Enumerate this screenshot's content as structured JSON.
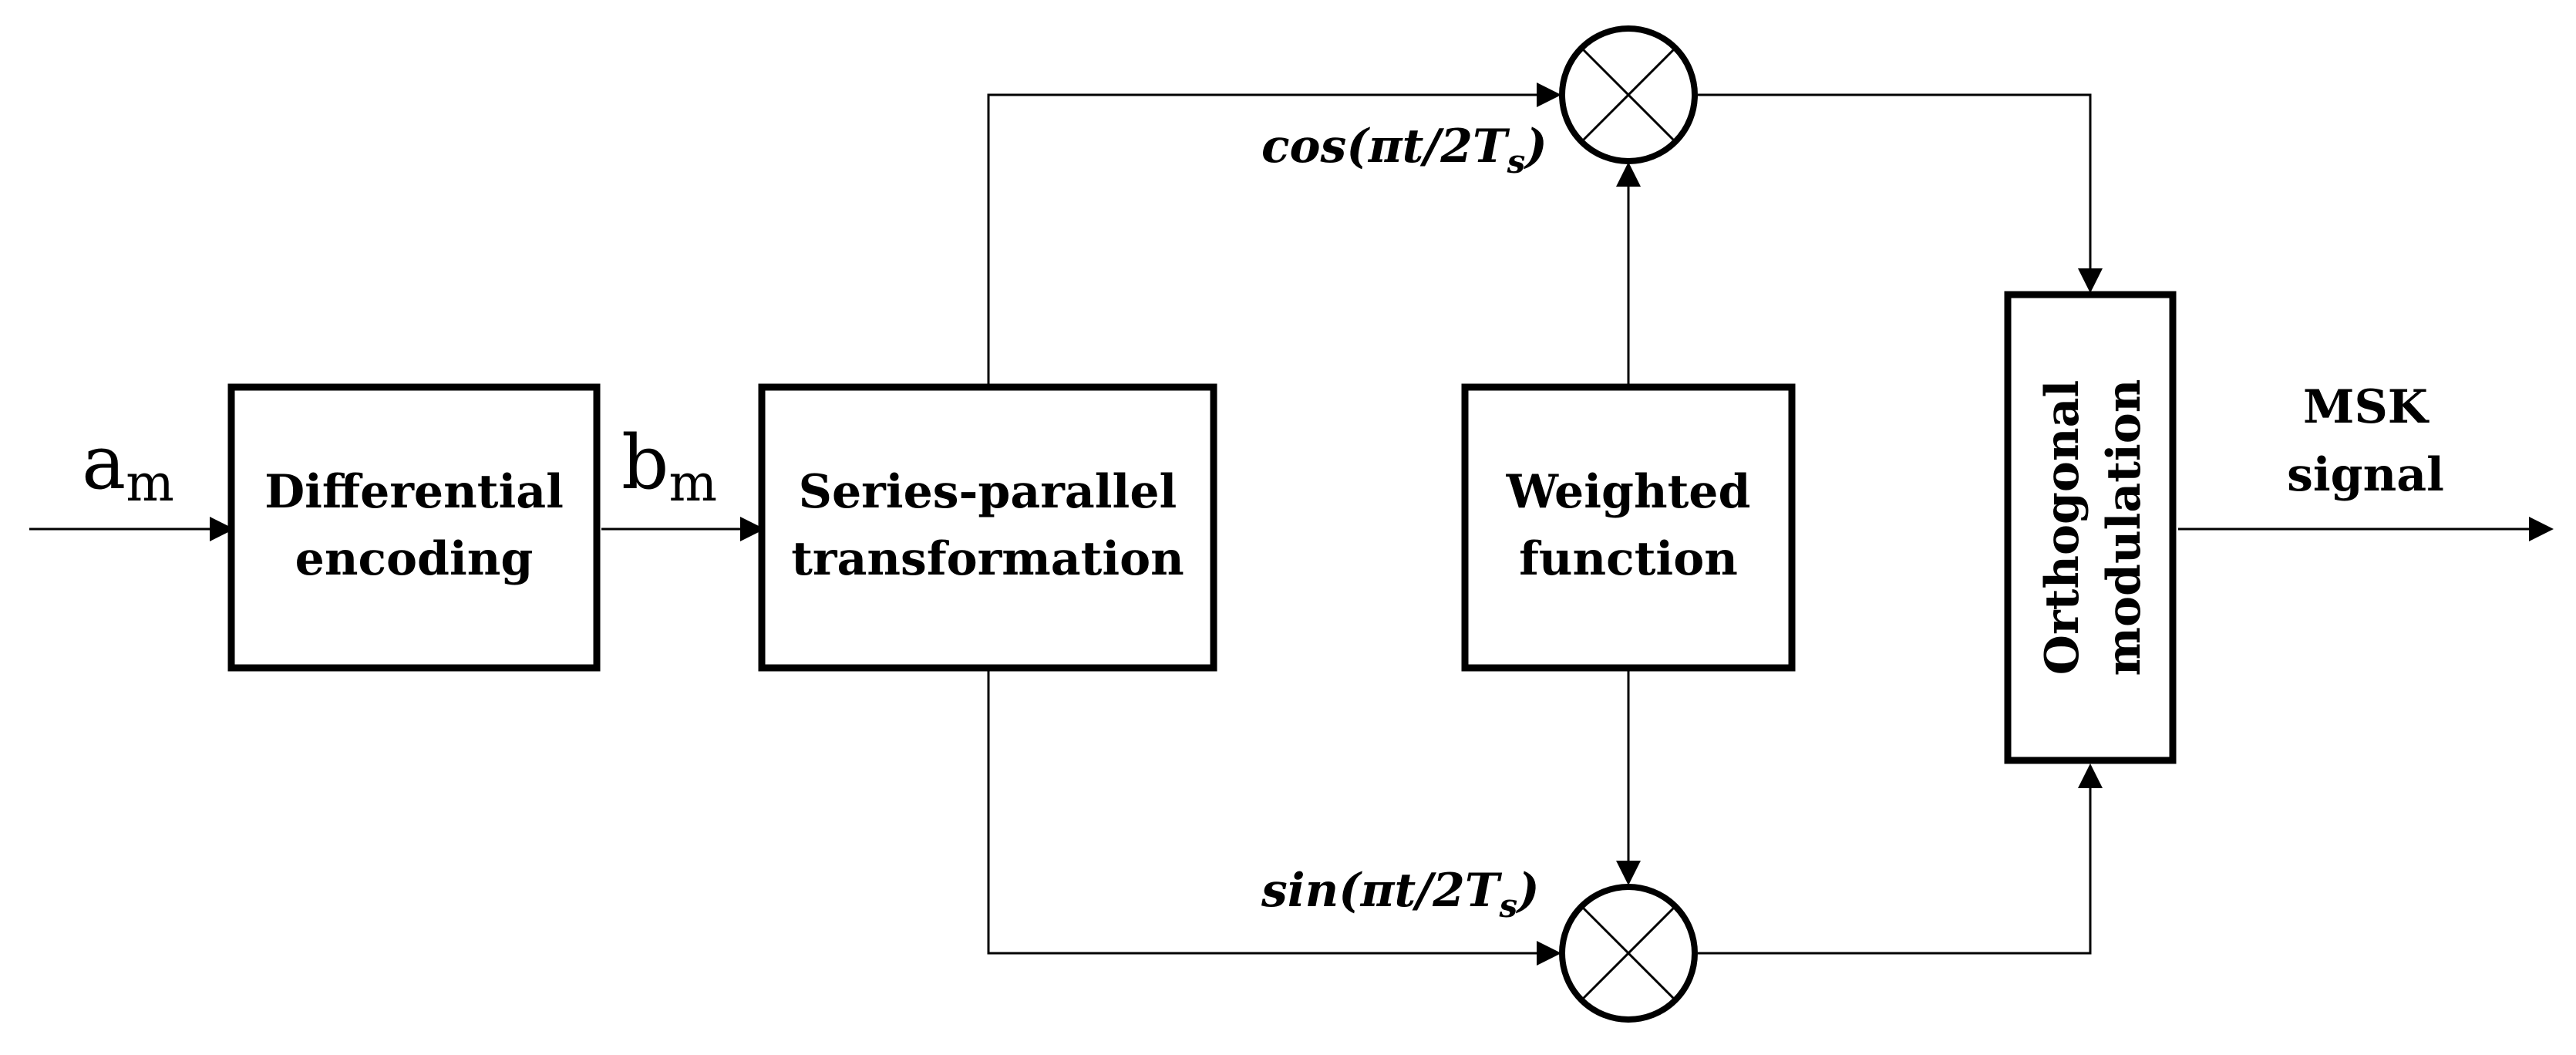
{
  "blocks": {
    "differential_encoding": {
      "line1": "Differential",
      "line2": "encoding"
    },
    "series_parallel": {
      "line1": "Series-parallel",
      "line2": "transformation"
    },
    "weighted_function": {
      "line1": "Weighted",
      "line2": "function"
    },
    "orthogonal_modulation": {
      "line1": "Orthogonal",
      "line2": "modulation"
    }
  },
  "signals": {
    "input": {
      "base": "a",
      "sub": "m"
    },
    "encoded": {
      "base": "b",
      "sub": "m"
    },
    "output": {
      "line1": "MSK",
      "line2": "signal"
    }
  },
  "carriers": {
    "cos": {
      "text": "cos(πt/2T",
      "sub": "s",
      "close": ")"
    },
    "sin": {
      "text": "sin(πt/2T",
      "sub": "s",
      "close": ")"
    }
  },
  "mixer_icon": "multiplier-circle-cross-icon"
}
